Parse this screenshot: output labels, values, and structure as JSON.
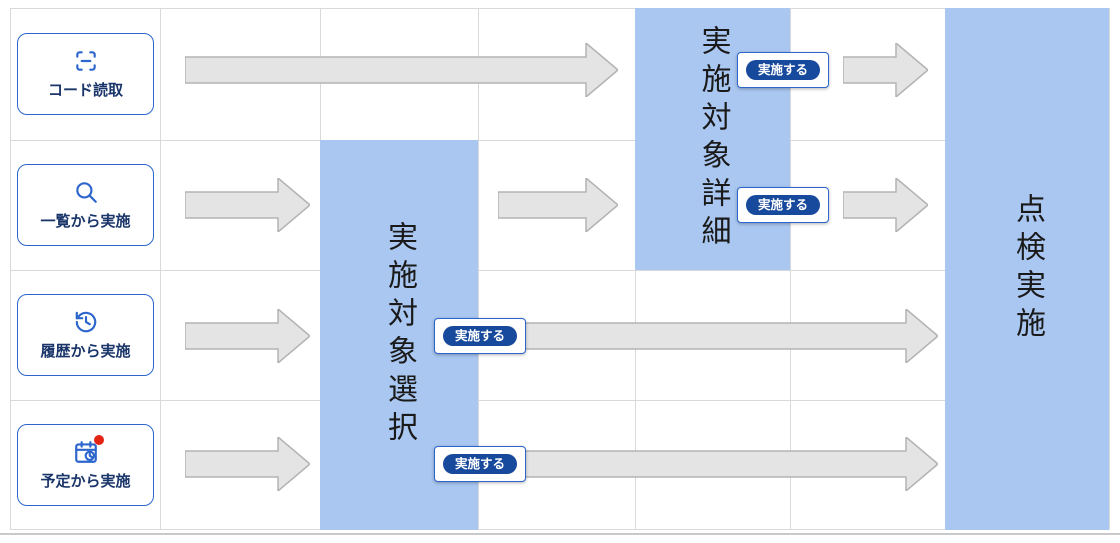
{
  "diagram": {
    "entry_points": [
      {
        "label": "コード読取",
        "icon": "scan-icon"
      },
      {
        "label": "一覧から実施",
        "icon": "search-icon"
      },
      {
        "label": "履歴から実施",
        "icon": "history-icon"
      },
      {
        "label": "予定から実施",
        "icon": "calendar-clock-icon",
        "has_badge": true
      }
    ],
    "stages": {
      "selection": "実施対象選択",
      "detail": "実施対象詳細",
      "inspection": "点検実施"
    },
    "action": {
      "execute_label": "実施する"
    }
  },
  "colors": {
    "stage_bg": "#a9c7f1",
    "grid_line": "#d9d9d9",
    "arrow_fill": "#e4e4e4",
    "arrow_stroke": "#b3b3b3",
    "button_bg": "#17499c",
    "button_border": "#2c66cc",
    "card_border": "#2c66cc",
    "card_text": "#1a3569",
    "icon_blue": "#2c66cc",
    "label_text": "#1a1a1a",
    "badge_red": "#e42313"
  }
}
